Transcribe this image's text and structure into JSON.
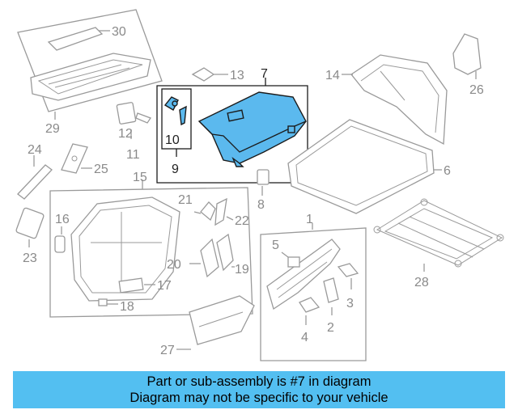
{
  "labels": {
    "p1": "1",
    "p2": "2",
    "p3": "3",
    "p4": "4",
    "p5": "5",
    "p6": "6",
    "p7": "7",
    "p8": "8",
    "p9": "9",
    "p10": "10",
    "p11": "11",
    "p12": "12",
    "p13": "13",
    "p14": "14",
    "p15": "15",
    "p16": "16",
    "p17": "17",
    "p18": "18",
    "p19": "19",
    "p20": "20",
    "p21": "21",
    "p22": "22",
    "p23": "23",
    "p24": "24",
    "p25": "25",
    "p26": "26",
    "p27": "27",
    "p28": "28",
    "p29": "29",
    "p30": "30"
  },
  "highlight_color": "#5bb9ee",
  "banner": {
    "line1": "Part or sub-assembly is #7 in diagram",
    "line2": "Diagram may not be specific to your vehicle",
    "color": "#53bff1"
  }
}
